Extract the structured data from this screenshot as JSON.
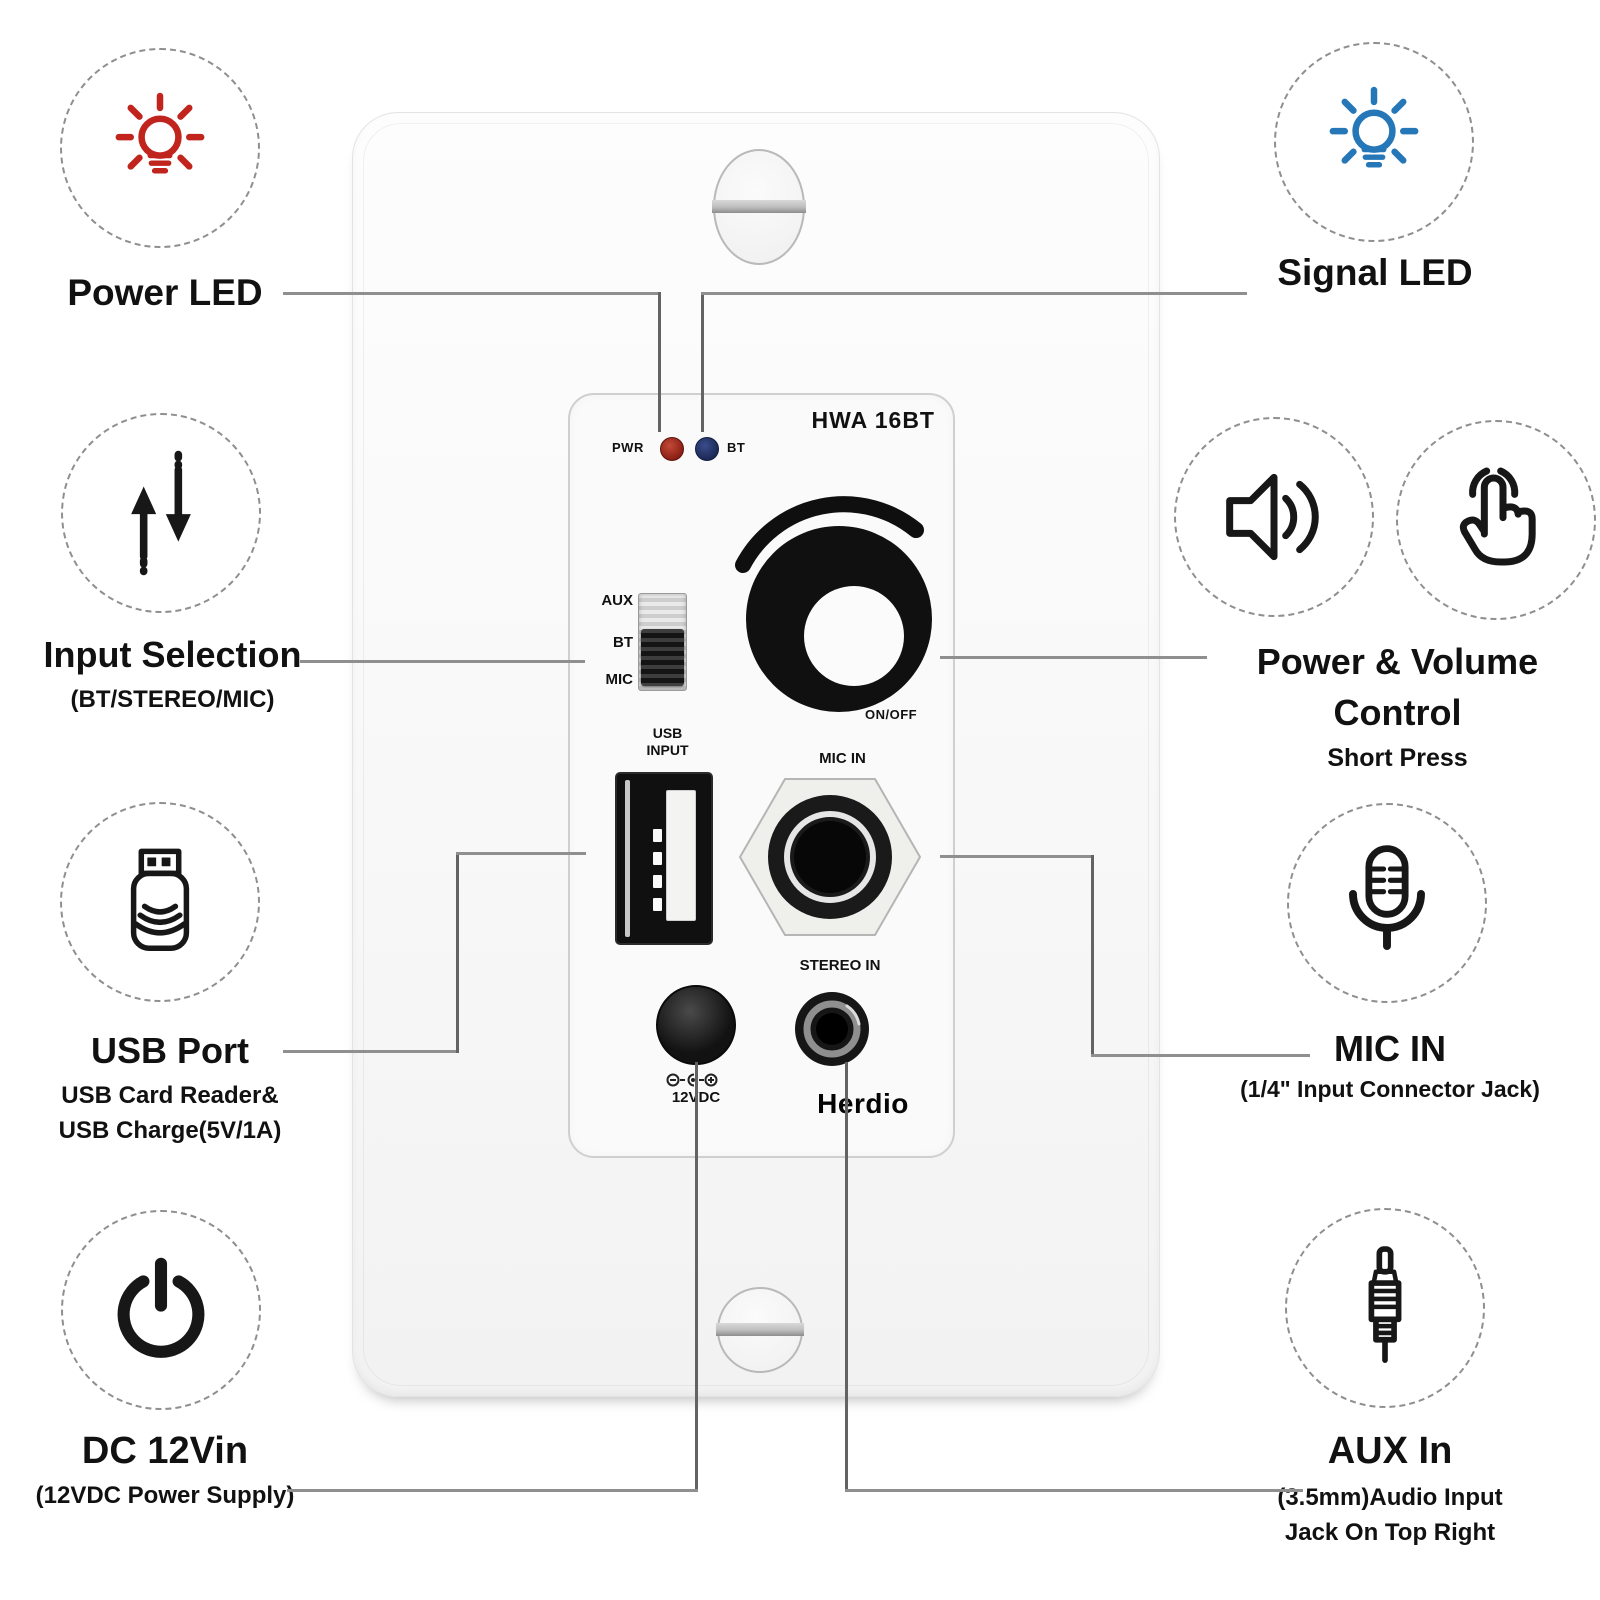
{
  "title": "Herdio HWA 16BT in-wall audio amplifier feature diagram",
  "device": {
    "model": "HWA 16BT",
    "brand": "Herdio",
    "pwr_led_label": "PWR",
    "bt_led_label": "BT",
    "selector_options": [
      "AUX",
      "BT",
      "MIC"
    ],
    "knob_switch_label": "ON/OFF",
    "usb_port_label": [
      "USB",
      "INPUT"
    ],
    "mic_jack_label": "MIC IN",
    "stereo_jack_label": "STEREO IN",
    "dc_jack_label": "12VDC"
  },
  "callouts": {
    "power_led": {
      "title": "Power LED",
      "icon": "bulb-red-icon"
    },
    "signal_led": {
      "title": "Signal LED",
      "icon": "bulb-blue-icon"
    },
    "input_selection": {
      "title": "Input Selection",
      "subtitle": "(BT/STEREO/MIC)",
      "icon": "up-down-arrows-icon"
    },
    "power_volume": {
      "title_line1": "Power & Volume",
      "title_line2": "Control",
      "subtitle": "Short Press",
      "icons": [
        "speaker-icon",
        "tap-hand-icon"
      ]
    },
    "usb_port": {
      "title": "USB Port",
      "subtitle_line1": "USB Card Reader&",
      "subtitle_line2": "USB Charge(5V/1A)",
      "icon": "usb-drive-icon"
    },
    "mic_in": {
      "title": "MIC IN",
      "subtitle": "(1/4\" Input Connector Jack)",
      "icon": "microphone-icon"
    },
    "dc_12vin": {
      "title": "DC 12Vin",
      "subtitle": "(12VDC Power Supply)",
      "icon": "power-symbol-icon"
    },
    "aux_in": {
      "title": "AUX In",
      "subtitle_line1": "(3.5mm)Audio Input",
      "subtitle_line2": "Jack On Top Right",
      "icon": "aux-plug-icon"
    }
  },
  "colors": {
    "power_led_icon": "#c0241c",
    "signal_led_icon": "#2577b8",
    "pwr_led_dot": "#8c1f14",
    "bt_led_dot": "#1c2a58",
    "callout_line": "#8f8f8f",
    "drop_line": "#636363",
    "knob": "#101010"
  }
}
